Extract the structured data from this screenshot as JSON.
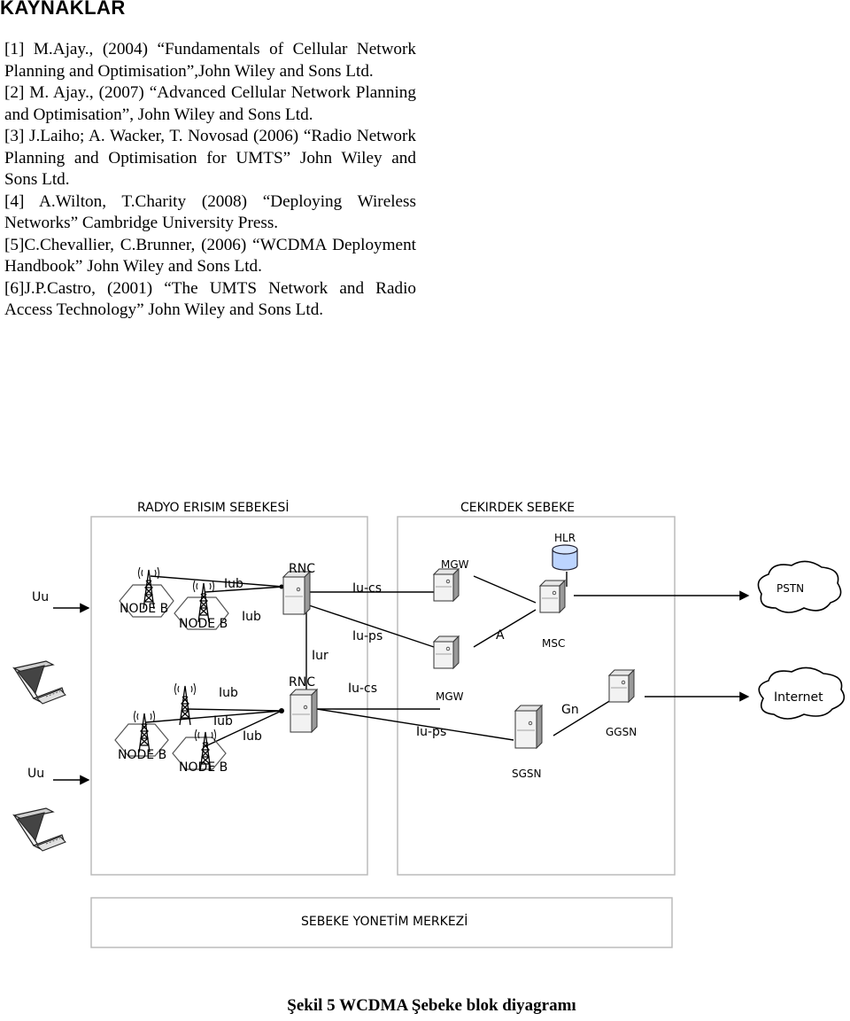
{
  "heading": "KAYNAKLAR",
  "references": [
    "[1] M.Ajay., (2004) “Fundamentals of Cellular Network Planning and Optimisation”,John Wiley and Sons Ltd.",
    "[2] M. Ajay., (2007) “Advanced Cellular Network Planning and Optimisation”, John Wiley and Sons Ltd.",
    "[3] J.Laiho; A. Wacker, T. Novosad (2006) “Radio Network Planning and Optimisation for UMTS” John Wiley and Sons Ltd.",
    "[4] A.Wilton, T.Charity (2008) “Deploying Wireless Networks” Cambridge University Press.",
    "[5]C.Chevallier, C.Brunner, (2006) “WCDMA Deployment Handbook” John Wiley and Sons Ltd.",
    "[6]J.P.Castro, (2001) “The UMTS Network and Radio Access Technology” John Wiley and Sons Ltd."
  ],
  "diagram": {
    "ran_title": "RADYO ERISIM SEBEKESİ",
    "core_title": "CEKIRDEK SEBEKE",
    "mgmt_label": "SEBEKE YONETİM MERKEZİ",
    "uu_top": "Uu",
    "uu_bottom": "Uu",
    "node_b_1": "NODE B",
    "node_b_2": "NODE B",
    "node_b_3": "NODE B",
    "node_b_4": "NODE B",
    "iub_1": "Iub",
    "iub_2": "Iub",
    "iub_3": "Iub",
    "iub_4": "Iub",
    "iub_5": "Iub",
    "rnc_top": "RNC",
    "rnc_bottom": "RNC",
    "iur": "Iur",
    "iu_cs_top": "Iu-cs",
    "iu_ps_top": "Iu-ps",
    "iu_cs_bottom": "Iu-cs",
    "iu_ps_bottom": "Iu-ps",
    "mgw_top": "MGW",
    "mgw_bottom": "MGW",
    "hlr": "HLR",
    "a_interface": "A",
    "msc": "MSC",
    "gn": "Gn",
    "sgsn": "SGSN",
    "ggsn": "GGSN",
    "pstn": "PSTN",
    "internet": "Internet"
  },
  "caption": "Şekil 5 WCDMA Şebeke blok diyagramı"
}
